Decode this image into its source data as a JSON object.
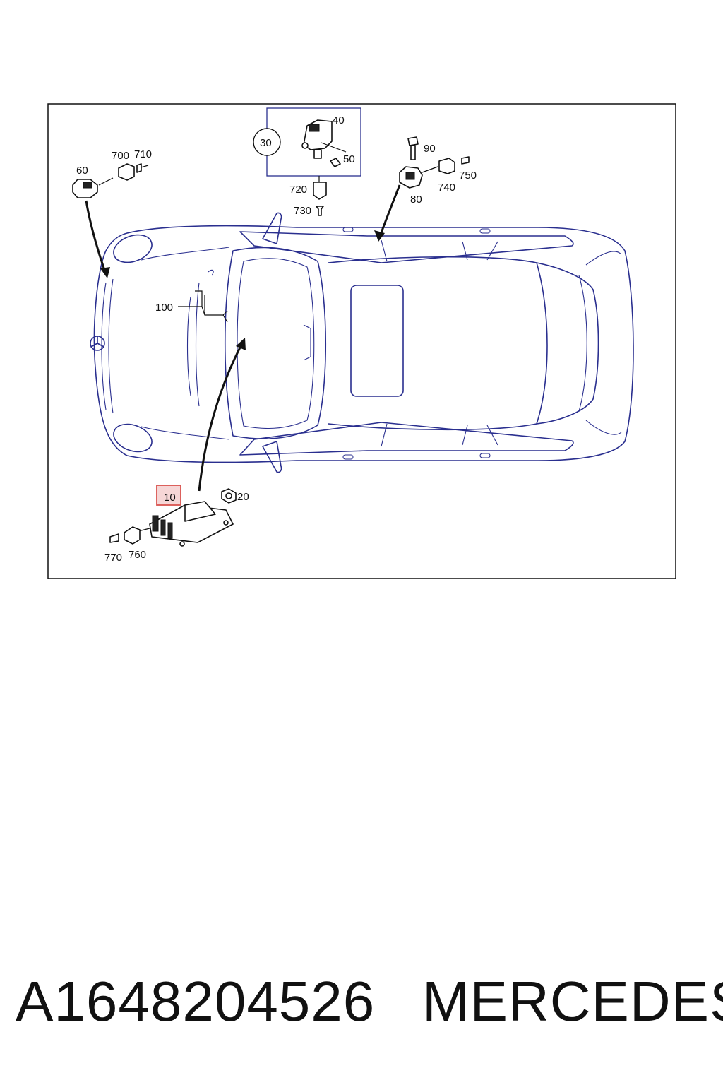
{
  "diagram": {
    "callouts": {
      "c10": "10",
      "c20": "20",
      "c30": "30",
      "c40": "40",
      "c50": "50",
      "c60": "60",
      "c80": "80",
      "c90": "90",
      "c100": "100",
      "c700": "700",
      "c710": "710",
      "c720": "720",
      "c730": "730",
      "c740": "740",
      "c750": "750",
      "c760": "760",
      "c770": "770"
    },
    "colors": {
      "car_outline": "#2a2f8f",
      "highlight_box": "#d9534f",
      "highlight_fill": "#f6d6d6"
    }
  },
  "footer": {
    "part_number": "A1648204526",
    "brand": "MERCEDES"
  }
}
